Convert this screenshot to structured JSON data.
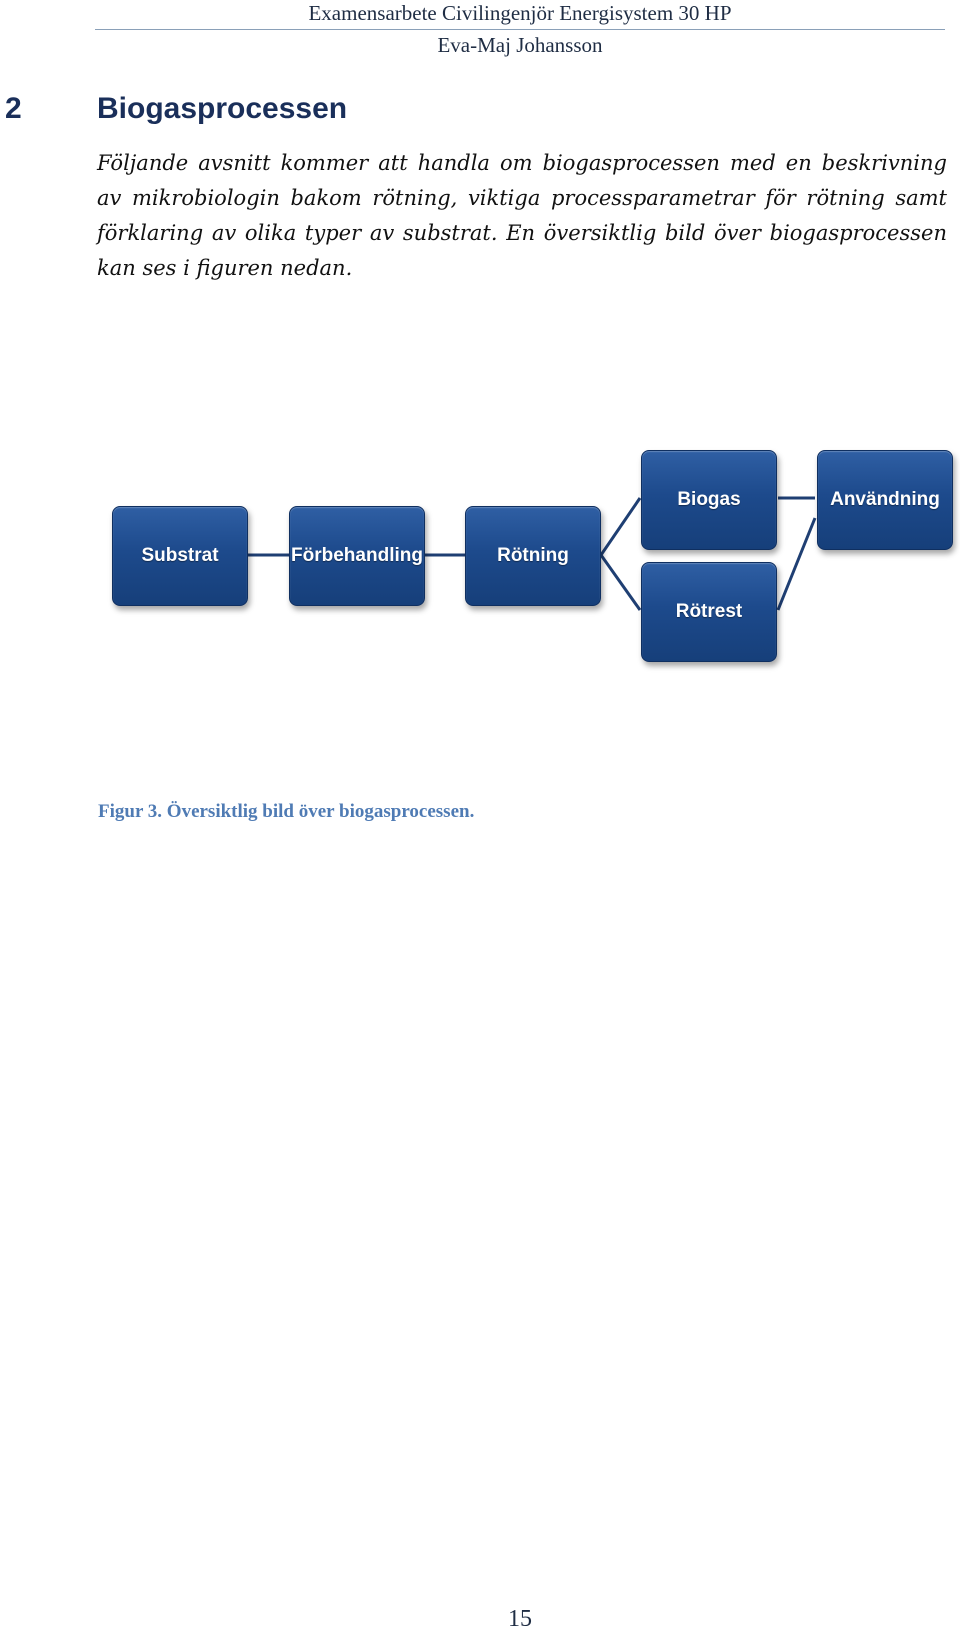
{
  "header": {
    "title": "Examensarbete Civilingenjör Energisystem 30 HP",
    "author": "Eva-Maj Johansson"
  },
  "section": {
    "number": "2",
    "title": "Biogasprocessen"
  },
  "intro": "Följande avsnitt kommer att handla om biogasprocessen med en beskrivning av mikrobiologin bakom rötning, viktiga processparametrar för rötning samt förklaring av olika typer av substrat. En översiktlig bild över biogasprocessen kan ses i figuren nedan.",
  "figure": {
    "nodes": {
      "substrat": "Substrat",
      "forbehandling": "Förbehandling",
      "rotning": "Rötning",
      "biogas": "Biogas",
      "rotrest": "Rötrest",
      "anvandning": "Användning"
    },
    "colors": {
      "box": "#1d4a8c",
      "connector": "#1f3f73"
    },
    "caption": "Figur 3. Översiktlig bild över biogasprocessen."
  },
  "page_number": "15"
}
